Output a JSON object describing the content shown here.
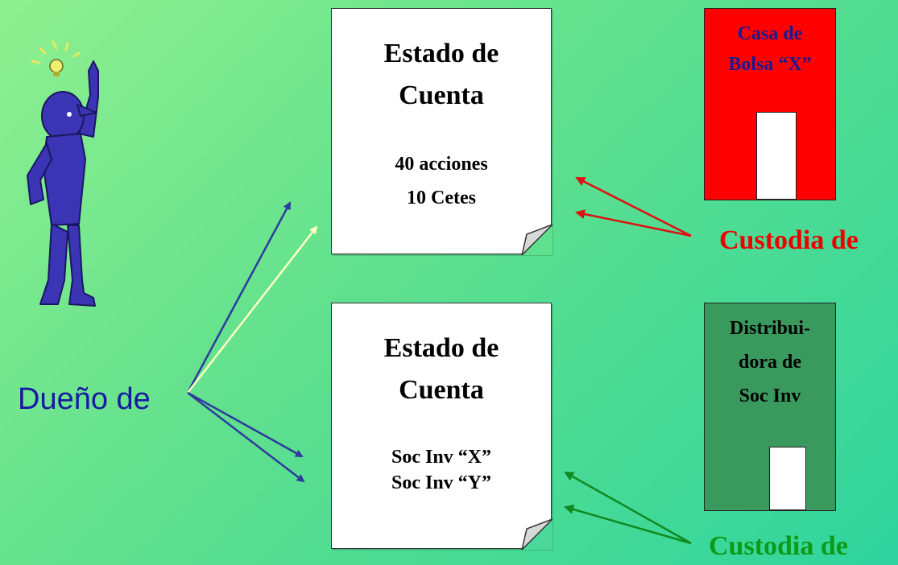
{
  "owner_label": "Dueño de",
  "statement_top": {
    "title_line1": "Estado de",
    "title_line2": "Cuenta",
    "item1": "40 acciones",
    "item2": "10 Cetes"
  },
  "statement_bottom": {
    "title_line1": "Estado de",
    "title_line2": "Cuenta",
    "item1": "Soc Inv “X”",
    "item2": "Soc Inv “Y”"
  },
  "broker": {
    "line1": "Casa de",
    "line2": "Bolsa “X”",
    "color": "#ff0000"
  },
  "distributor": {
    "line1": "Distribui-",
    "line2": "dora de",
    "line3": "Soc Inv",
    "color": "#3a9a5e"
  },
  "custody_top": {
    "label": "Custodia de",
    "color": "#ee0000"
  },
  "custody_bottom": {
    "label": "Custodia de",
    "color": "#0d9a18"
  },
  "colors": {
    "owner_arrows": "#2e3a9e",
    "highlight_arrow": "#ffffc0",
    "red_arrows": "#dd1111",
    "green_arrows": "#0f8a1f"
  }
}
